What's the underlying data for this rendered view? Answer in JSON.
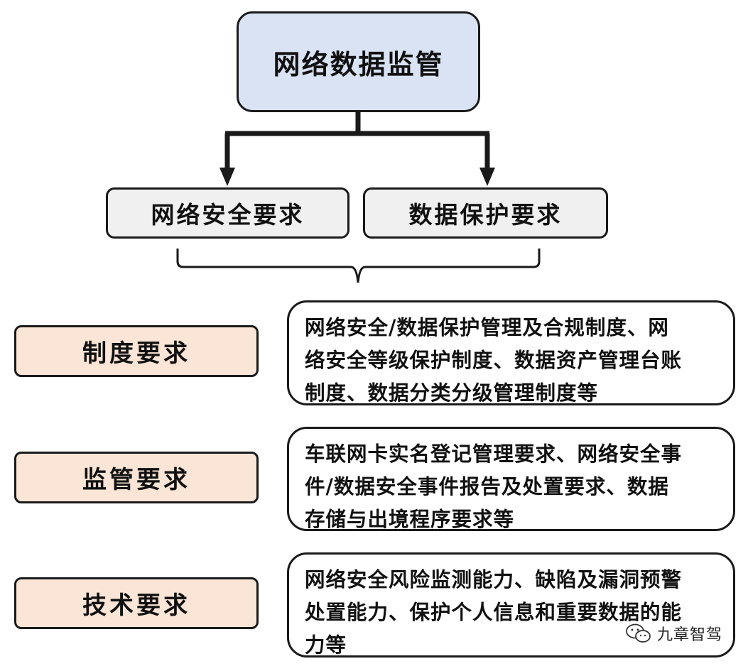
{
  "root": {
    "label": "网络数据监管"
  },
  "categories": [
    {
      "label": "网络安全要求"
    },
    {
      "label": "数据保护要求"
    }
  ],
  "rows": [
    {
      "label": "制度要求",
      "detail": "网络安全/数据保护管理及合规制度、网\n络安全等级保护制度、数据资产管理台账\n制度、数据分类分级管理制度等"
    },
    {
      "label": "监管要求",
      "detail": "车联网卡实名登记管理要求、网络安全事\n件/数据安全事件报告及处置要求、数据\n存储与出境程序要求等"
    },
    {
      "label": "技术要求",
      "detail": "网络安全风险监测能力、缺陷及漏洞预警\n处置能力、保护个人信息和重要数据的能\n力等"
    }
  ],
  "watermark": {
    "text": "九章智驾",
    "icon": "wechat-icon"
  },
  "colors": {
    "root_fill": "#dae3f3",
    "category_fill": "#f0f0f0",
    "row_label_fill": "#fbe5d6",
    "stroke": "#1a1a1a"
  }
}
